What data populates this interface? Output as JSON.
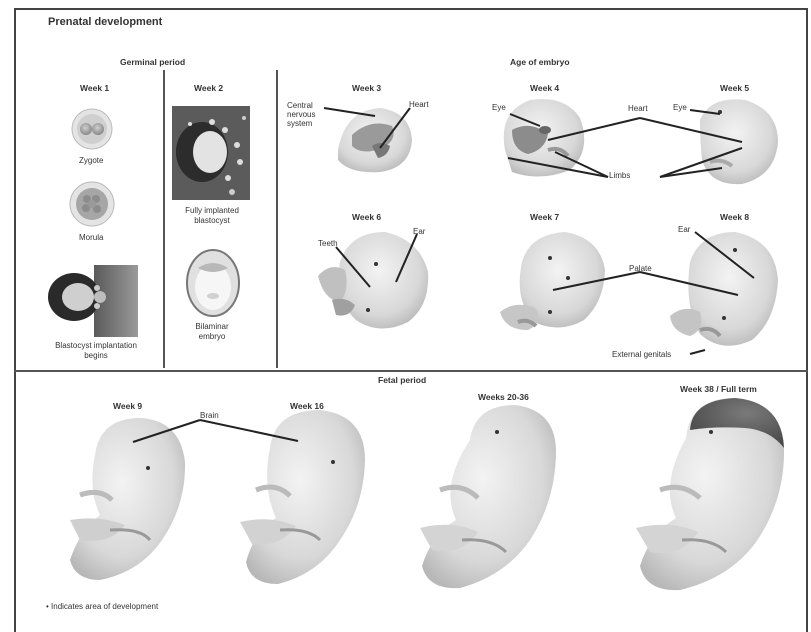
{
  "title": "Prenatal development",
  "sections": {
    "germinal": "Germinal period",
    "embryo": "Age of embryo",
    "fetal": "Fetal period"
  },
  "weeks": {
    "w1": "Week 1",
    "w2": "Week 2",
    "w3": "Week 3",
    "w4": "Week 4",
    "w5": "Week 5",
    "w6": "Week 6",
    "w7": "Week 7",
    "w8": "Week 8",
    "w9": "Week 9",
    "w16": "Week 16",
    "w20": "Weeks 20-36",
    "w38": "Week 38 / Full term"
  },
  "labels": {
    "zygote": "Zygote",
    "morula": "Morula",
    "blastocyst_implant_1": "Blastocyst implantation",
    "blastocyst_implant_2": "begins",
    "fully_implanted_1": "Fully implanted",
    "fully_implanted_2": "blastocyst",
    "bilaminar_1": "Bilaminar",
    "bilaminar_2": "embryo",
    "cns_1": "Central",
    "cns_2": "nervous",
    "cns_3": "system",
    "heart_w3": "Heart",
    "eye_w4": "Eye",
    "heart_w4": "Heart",
    "eye_w5": "Eye",
    "limbs": "Limbs",
    "teeth": "Teeth",
    "ear_w6": "Ear",
    "palate": "Palate",
    "ear_w8": "Ear",
    "external_genitals": "External genitals",
    "brain": "Brain",
    "legend": "• Indicates area of development"
  },
  "colors": {
    "embryo_skin": "#dcdcdc",
    "embryo_shade": "#b9b9b9",
    "dark_tissue": "#555555",
    "divider": "#555555",
    "leader_line": "#222222"
  }
}
